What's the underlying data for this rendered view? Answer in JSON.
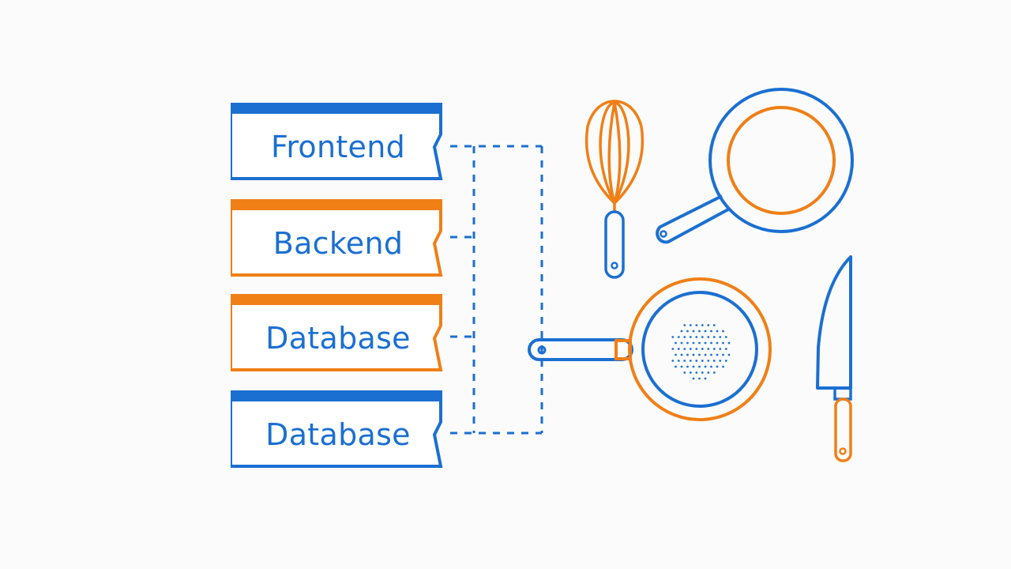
{
  "colors": {
    "blue": "#1b6fd1",
    "orange": "#f07f16",
    "background": "#fbfbfc"
  },
  "labels": [
    {
      "text": "Frontend",
      "color": "blue"
    },
    {
      "text": "Backend",
      "color": "orange"
    },
    {
      "text": "Database",
      "color": "orange"
    },
    {
      "text": "Database",
      "color": "blue"
    }
  ],
  "icons": [
    "whisk-icon",
    "frying-pan-icon",
    "strainer-pan-icon",
    "chef-knife-icon"
  ]
}
